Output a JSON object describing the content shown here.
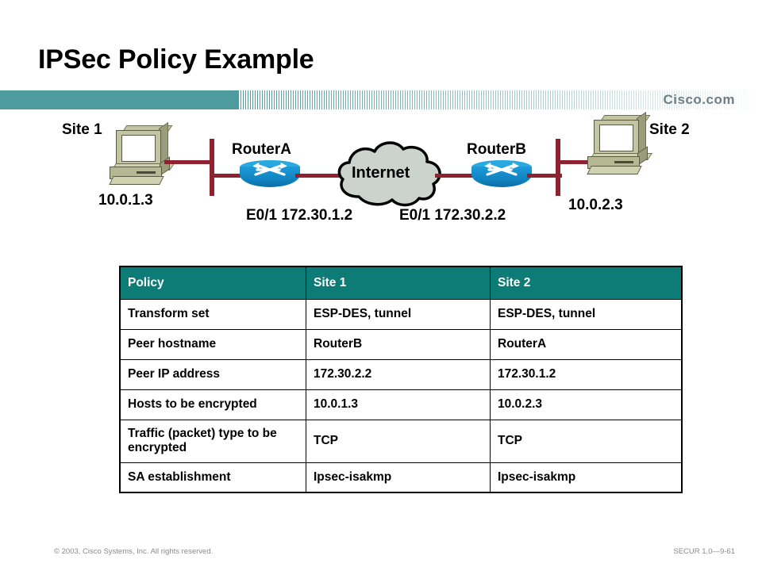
{
  "slide": {
    "title": "IPSec Policy Example",
    "brand": "Cisco.com"
  },
  "diagram": {
    "site1_label": "Site 1",
    "site1_host_ip": "10.0.1.3",
    "routerA_label": "RouterA",
    "routerA_interface": "E0/1 172.30.1.2",
    "cloud_label": "Internet",
    "routerB_label": "RouterB",
    "routerB_interface": "E0/1 172.30.2.2",
    "site2_label": "Site 2",
    "site2_host_ip": "10.0.2.3",
    "colors": {
      "link": "#8e2230",
      "router": "#1184c2",
      "cloud": "#ccd2cc",
      "host": "#c3c5a2"
    }
  },
  "table": {
    "accent": "#0d7b76",
    "headers": [
      "Policy",
      "Site 1",
      "Site 2"
    ],
    "rows": [
      {
        "policy": "Transform set",
        "site1": "ESP-DES, tunnel",
        "site2": "ESP-DES, tunnel"
      },
      {
        "policy": "Peer hostname",
        "site1": "RouterB",
        "site2": "RouterA"
      },
      {
        "policy": "Peer IP address",
        "site1": "172.30.2.2",
        "site2": "172.30.1.2"
      },
      {
        "policy": "Hosts to be encrypted",
        "site1": "10.0.1.3",
        "site2": "10.0.2.3"
      },
      {
        "policy": "Traffic (packet) type to be encrypted",
        "site1": "TCP",
        "site2": "TCP"
      },
      {
        "policy": "SA establishment",
        "site1": "Ipsec-isakmp",
        "site2": "Ipsec-isakmp"
      }
    ]
  },
  "footer": {
    "copyright": "© 2003, Cisco Systems, Inc. All rights reserved.",
    "course_id": "SECUR 1.0—9-61"
  }
}
